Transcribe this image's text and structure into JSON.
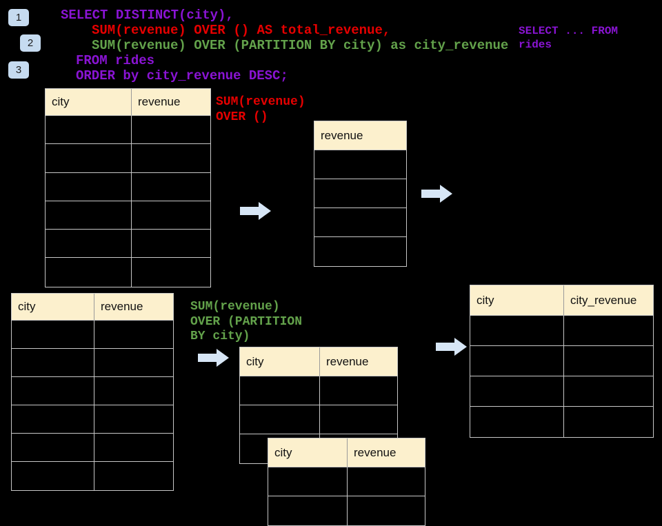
{
  "colors": {
    "background": "#000000",
    "purple": "#8A14D4",
    "red": "#E60000",
    "green": "#63A24B",
    "header_fill": "#FCF0CD",
    "border": "#C8C8C8",
    "arrow": "#D7E6F6",
    "badge_fill": "#C6DBF0"
  },
  "badges": [
    {
      "label": "1"
    },
    {
      "label": "2"
    },
    {
      "label": "3"
    }
  ],
  "sql": {
    "line1": "SELECT DISTINCT(city),",
    "line2": "SUM(revenue) OVER () AS total_revenue,",
    "line3": "SUM(revenue) OVER (PARTITION BY city) as city_revenue",
    "line4": "FROM rides",
    "line5": "ORDER by city_revenue DESC;"
  },
  "side_note": {
    "line1": "SELECT ... FROM",
    "line2": "rides"
  },
  "labels": {
    "total": {
      "line1": "SUM(revenue)",
      "line2": "OVER ()"
    },
    "partition": {
      "line1": "SUM(revenue)",
      "line2": "OVER (PARTITION",
      "line3": "BY city)"
    }
  },
  "tables": {
    "source_top": {
      "headers": [
        "city",
        "revenue"
      ],
      "empty_rows": 6
    },
    "total_revenue_result": {
      "headers": [
        "revenue"
      ],
      "empty_rows": 4
    },
    "source_bottom": {
      "headers": [
        "city",
        "revenue"
      ],
      "empty_rows": 6
    },
    "partition_step": {
      "headers": [
        "city",
        "revenue"
      ],
      "empty_rows": 3
    },
    "partition_step_overlay": {
      "headers": [
        "city",
        "revenue"
      ],
      "empty_rows": 2
    },
    "city_revenue_result": {
      "headers": [
        "city",
        "city_revenue"
      ],
      "empty_rows": 4
    }
  }
}
